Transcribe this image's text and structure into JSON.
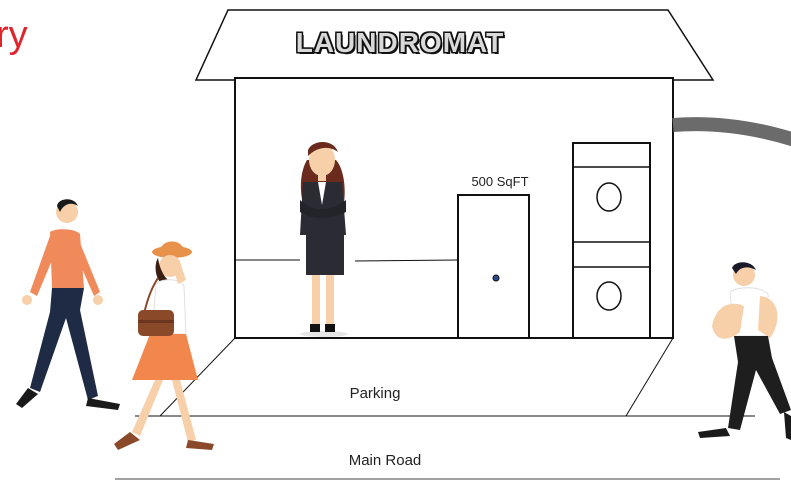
{
  "partial_title": "ry",
  "building": {
    "sign": "LAUNDROMAT",
    "size_label": "500 SqFT"
  },
  "labels": {
    "parking": "Parking",
    "road": "Main Road"
  },
  "colors": {
    "title_red": "#e0242b",
    "outline": "#111111",
    "pipe_gray": "#6b6b6b",
    "skin": "#f7cfa8",
    "hair_brown": "#6b2a1e",
    "suit": "#2b2b33",
    "orange_top": "#f08a5b",
    "navy_pants": "#1f2a44",
    "hat_orange": "#e8914b",
    "skirt_orange": "#f2874d",
    "bag_brown": "#8a4a2a"
  },
  "figures": [
    {
      "name": "businesswoman",
      "icon": "standing-woman-icon"
    },
    {
      "name": "man-walking-left",
      "icon": "walking-man-icon"
    },
    {
      "name": "woman-with-hat",
      "icon": "walking-woman-icon"
    },
    {
      "name": "man-walking-right",
      "icon": "walking-man-icon"
    }
  ]
}
